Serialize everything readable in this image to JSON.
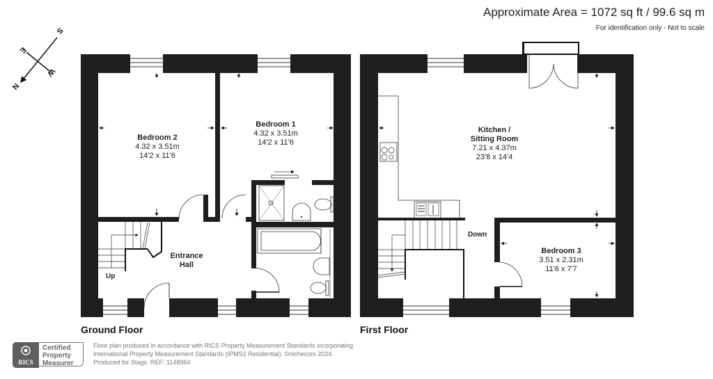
{
  "header": {
    "area_title": "Approximate Area = 1072 sq ft / 99.6 sq m",
    "area_note": "For identification only - Not to scale"
  },
  "compass": {
    "icon": "compass-rose-icon",
    "letters": {
      "north": "N",
      "south": "S",
      "east": "E",
      "west": "W"
    }
  },
  "floors": [
    {
      "label": "Ground Floor",
      "rooms": [
        {
          "name": "Bedroom 2",
          "metric": "4.32 x 3.51m",
          "imperial": "14'2 x 11'6"
        },
        {
          "name": "Bedroom 1",
          "metric": "4.32 x 3.51m",
          "imperial": "14'2 x 11'6"
        },
        {
          "name_line1": "Entrance",
          "name_line2": "Hall"
        }
      ],
      "stair_label": "Up"
    },
    {
      "label": "First Floor",
      "rooms": [
        {
          "name_line1": "Kitchen /",
          "name_line2": "Sitting Room",
          "metric": "7.21 x 4.37m",
          "imperial": "23'8 x 14'4"
        },
        {
          "name": "Bedroom 3",
          "metric": "3.51 x 2.31m",
          "imperial": "11'6 x 7'7"
        }
      ],
      "stair_label": "Down"
    }
  ],
  "footer": {
    "badge": {
      "logo_text": "RICS",
      "line1": "Certified",
      "line2": "Property",
      "line3": "Measurer"
    },
    "line1": "Floor plan produced in accordance with RICS Property Measurement Standards incorporating",
    "line2": "International Property Measurement Standards (IPMS2 Residential).   ©nichecom 2024.",
    "line3": "Produced for Stags.   REF: 1148964"
  },
  "colors": {
    "wall": "#1e1e1e",
    "line": "#333333",
    "badge": "#5f5f5f",
    "footer_text": "#777777"
  }
}
